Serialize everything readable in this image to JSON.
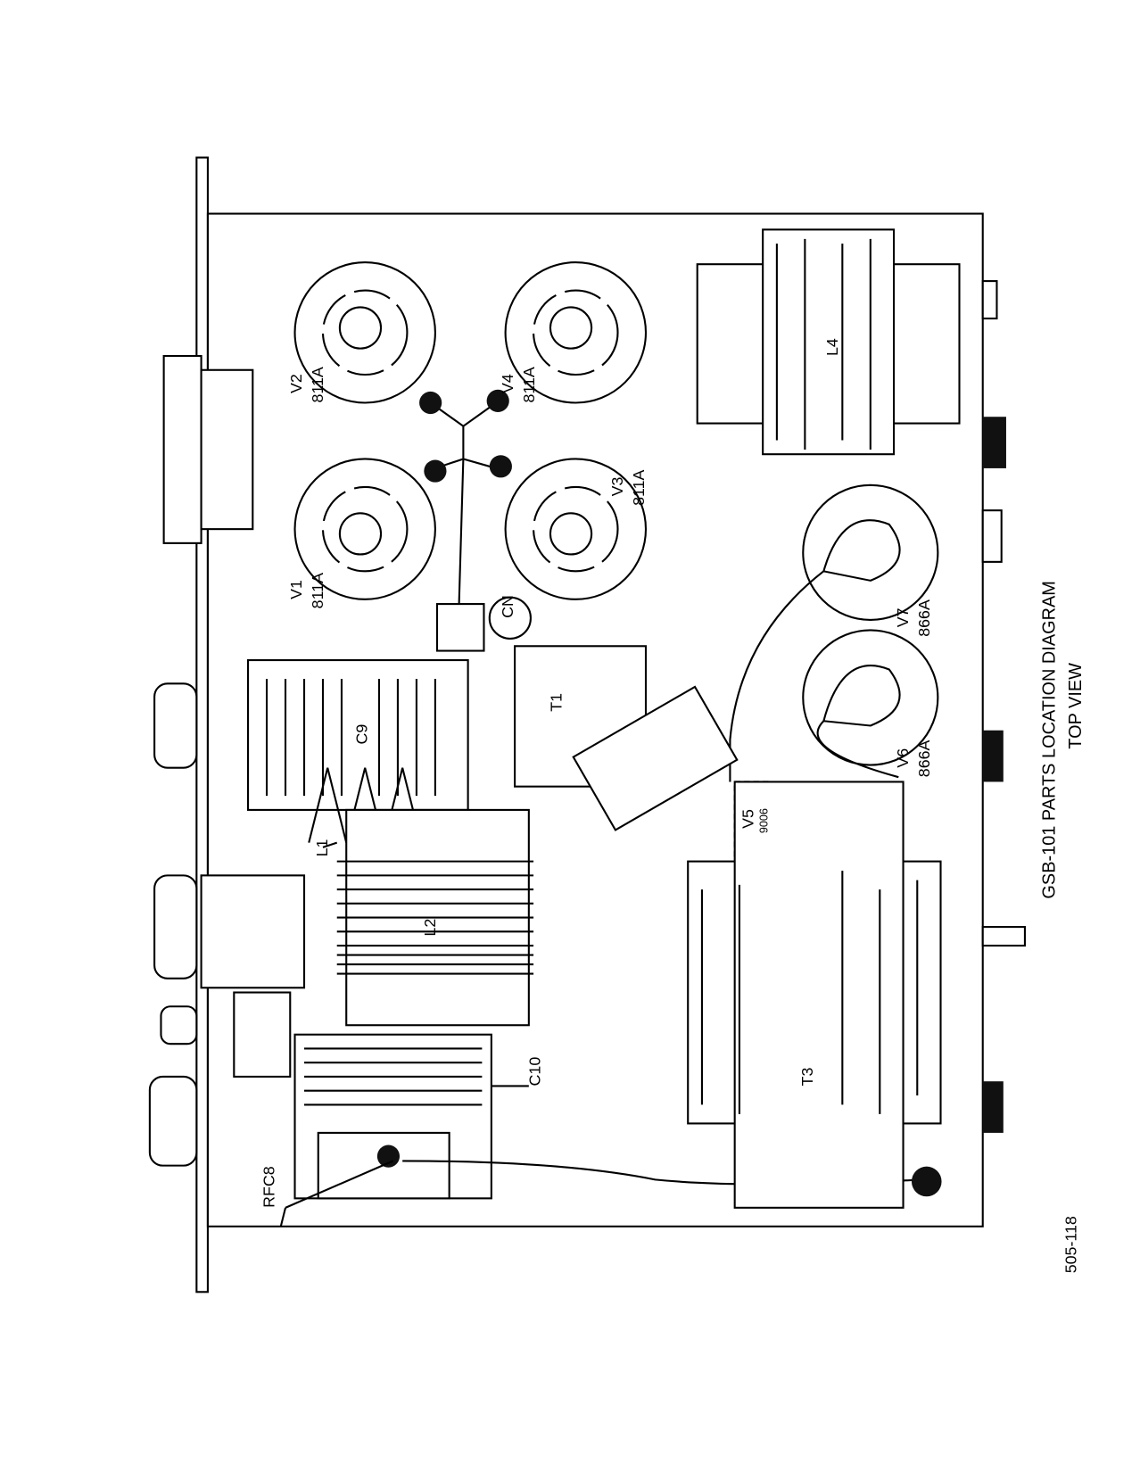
{
  "title": "GSB-101 PARTS LOCATION DIAGRAM",
  "subtitle": "TOP VIEW",
  "figure_number": "505-118",
  "parts": {
    "v1": {
      "ref": "V1",
      "type": "811A"
    },
    "v2": {
      "ref": "V2",
      "type": "811A"
    },
    "v3": {
      "ref": "V3",
      "type": "811A"
    },
    "v4": {
      "ref": "V4",
      "type": "811A"
    },
    "v5": {
      "ref": "V5",
      "type": "9006"
    },
    "v6": {
      "ref": "V6",
      "type": "866A"
    },
    "v7": {
      "ref": "V7",
      "type": "866A"
    },
    "cn": "CN",
    "t1": "T1",
    "t3": "T3",
    "c9": "C9",
    "c10": "C10",
    "l1": "L1",
    "l2": "L2",
    "l4": "L4",
    "rfc8": "RFC8"
  }
}
